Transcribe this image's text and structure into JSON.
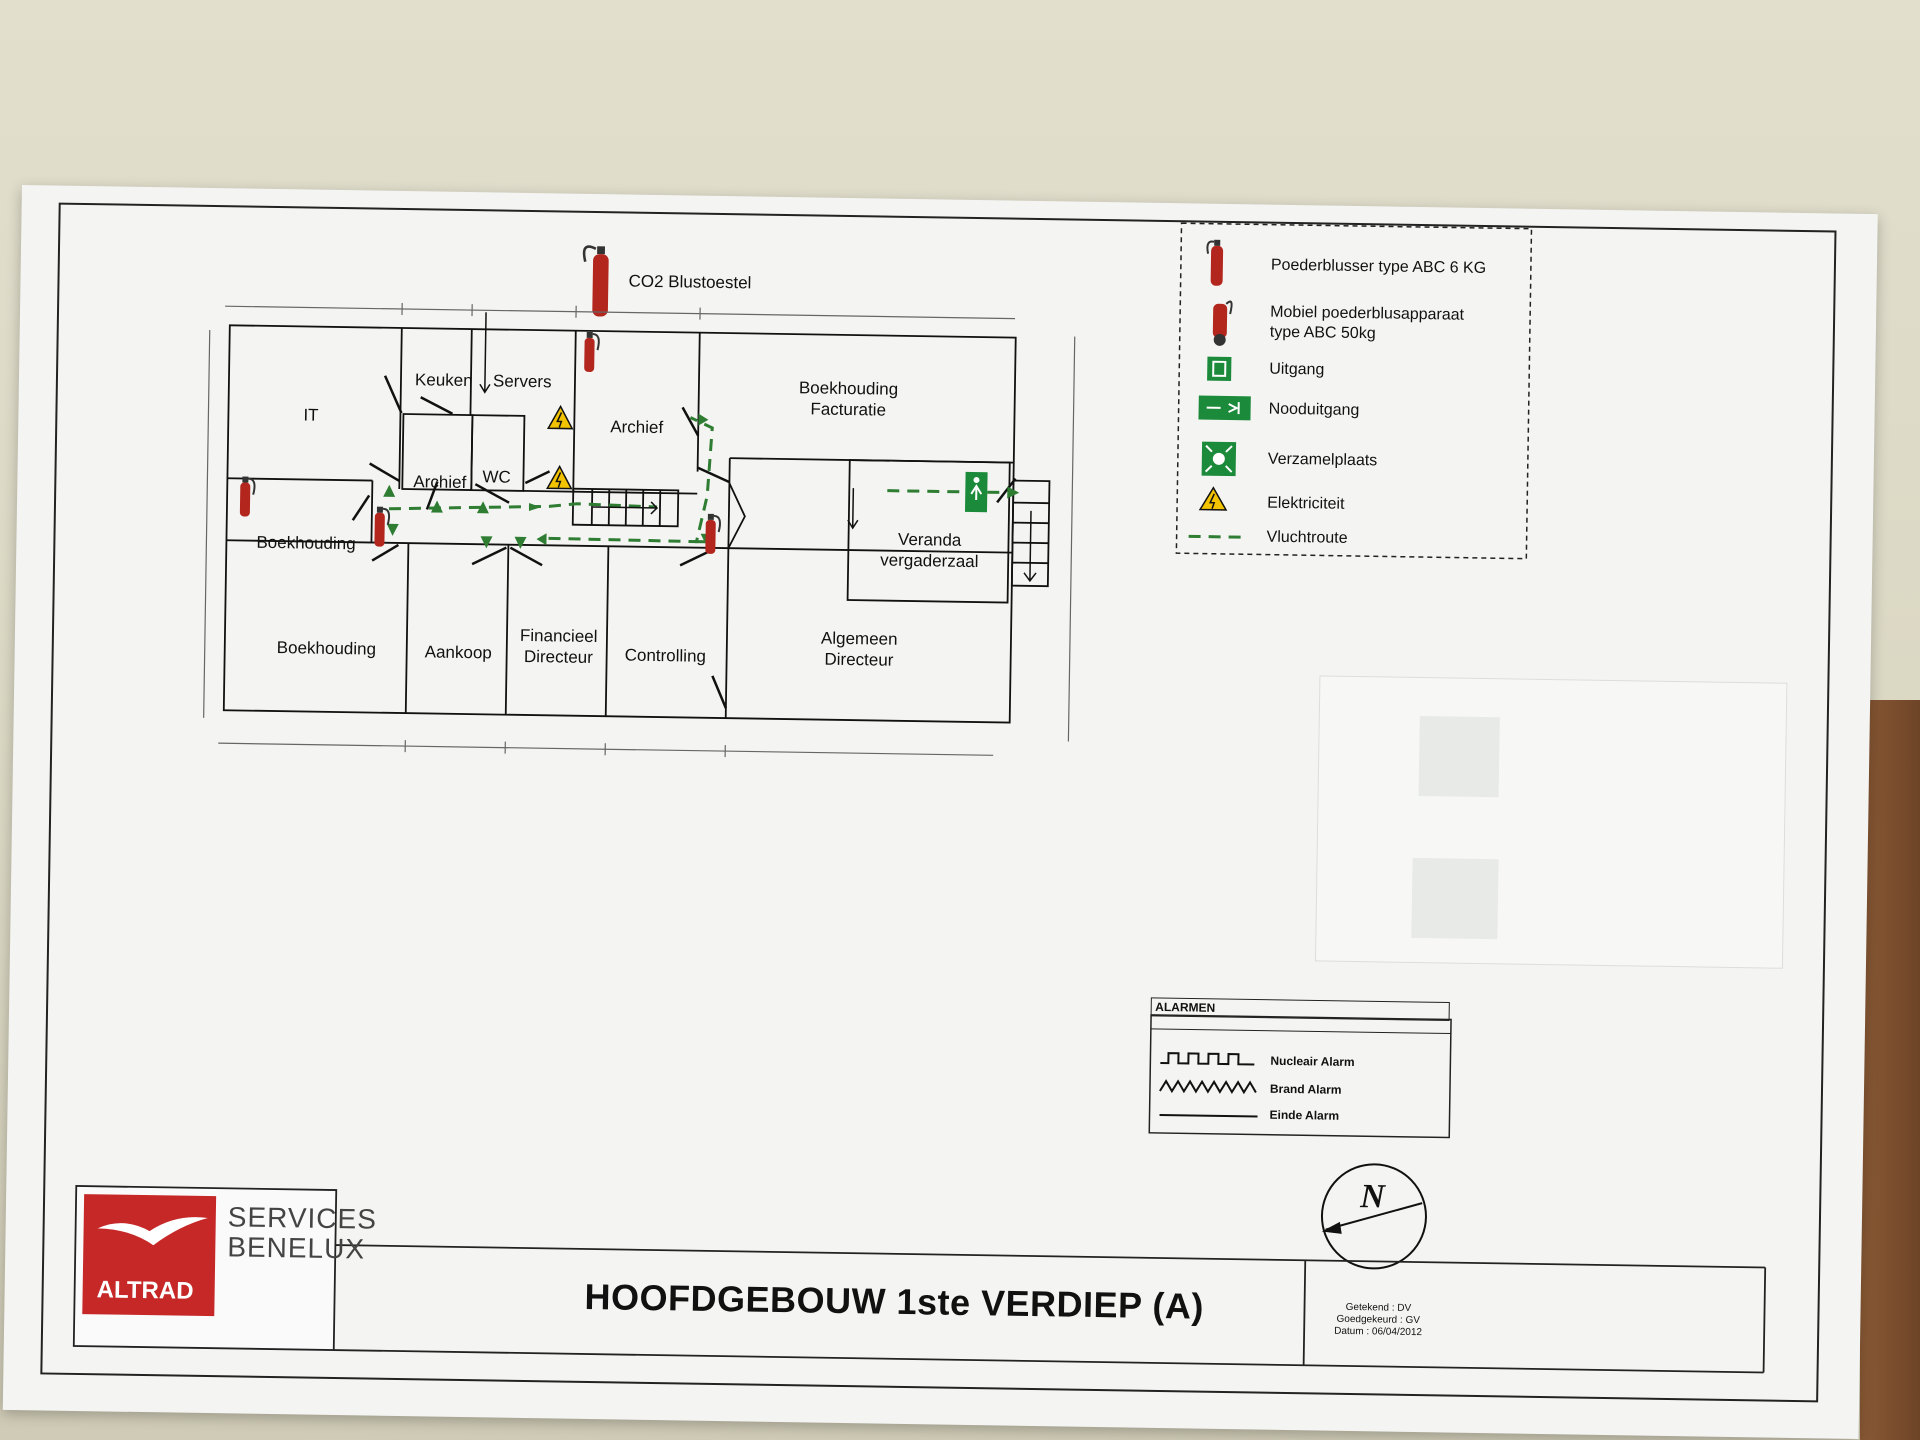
{
  "plan": {
    "extinguisher_note": "CO2 Blustoestel",
    "rooms": {
      "it": "IT",
      "keuken": "Keuken",
      "servers": "Servers",
      "archief_top": "Archief",
      "archief_small": "Archief",
      "wc": "WC",
      "boekhouding_facturatie": "Boekhouding\nFacturatie",
      "boekhouding_small": "Boekhouding",
      "boekhouding": "Boekhouding",
      "aankoop": "Aankoop",
      "financieel_directeur": "Financieel\nDirecteur",
      "controlling": "Controlling",
      "veranda": "Veranda\nvergaderzaal",
      "algemeen_directeur": "Algemeen\nDirecteur"
    }
  },
  "legend": {
    "items": [
      {
        "label": "Poederblusser type ABC 6 KG",
        "icon": "extinguisher-icon"
      },
      {
        "label": "Mobiel poederblusapparaat\ntype ABC 50kg",
        "icon": "mobile-extinguisher-icon"
      },
      {
        "label": "Uitgang",
        "icon": "exit-icon"
      },
      {
        "label": "Nooduitgang",
        "icon": "emergency-exit-icon"
      },
      {
        "label": "Verzamelplaats",
        "icon": "assembly-point-icon"
      },
      {
        "label": "Elektriciteit",
        "icon": "electricity-warning-icon"
      },
      {
        "label": "Vluchtroute",
        "icon": "escape-route-line"
      }
    ]
  },
  "alarms": {
    "title": "ALARMEN",
    "items": [
      "Nucleair Alarm",
      "Brand Alarm",
      "Einde Alarm"
    ]
  },
  "branding": {
    "company": "ALTRAD",
    "line1": "SERVICES",
    "line2": "BENELUX"
  },
  "title_block": {
    "title": "HOOFDGEBOUW 1ste VERDIEP (A)",
    "drawn_by": "Getekend : DV",
    "approved_by": "Goedgekeurd : GV",
    "date": "Datum : 06/04/2012"
  },
  "compass": {
    "label": "N"
  },
  "colors": {
    "escape_route": "#2e7d32",
    "extinguisher": "#b3261e",
    "brand_red": "#c62828",
    "warning": "#f2c300"
  }
}
